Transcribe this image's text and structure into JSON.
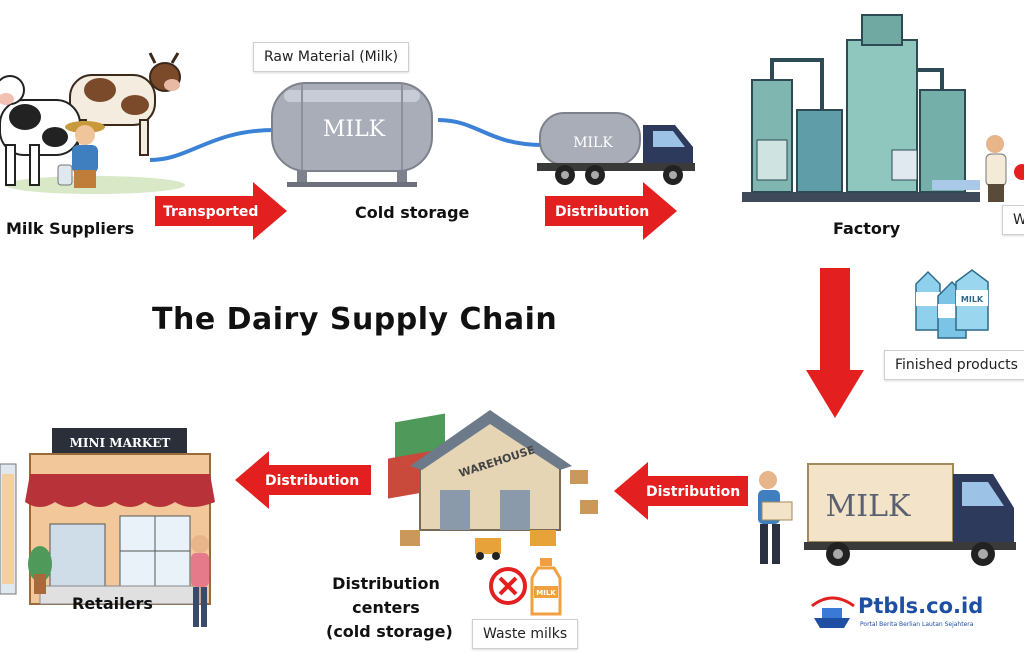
{
  "title": "The Dairy Supply Chain",
  "nodes": {
    "milk_suppliers": "Milk Suppliers",
    "raw_material": "Raw Material (Milk)",
    "cold_storage": "Cold storage",
    "factory": "Factory",
    "worker_partial": "W",
    "finished_products": "Finished products",
    "distribution_centers": [
      "Distribution",
      "centers",
      "(cold storage)"
    ],
    "waste_milks": "Waste milks",
    "retailers": "Retailers"
  },
  "arrows": {
    "transported": "Transported",
    "distribution_1": "Distribution",
    "distribution_2": "Distribution",
    "distribution_3": "Distribution"
  },
  "illustration_text": {
    "tank_milk": "MILK",
    "tanker_milk": "MILK",
    "truck_milk": "MILK",
    "mini_market": "MINI MARKET",
    "warehouse": "WAREHOUSE",
    "carton_milk": "MILK",
    "bottle_milk": "MILK"
  },
  "watermark": {
    "brand": "Ptbls.co.id",
    "tagline": "Portal Berita Berlian Lautan Sejahtera"
  },
  "colors": {
    "arrow_red": "#e41f1f",
    "tank_grey": "#a9adb8",
    "truck_navy": "#2d3a5b",
    "cow_brown": "#7b4a2a"
  }
}
